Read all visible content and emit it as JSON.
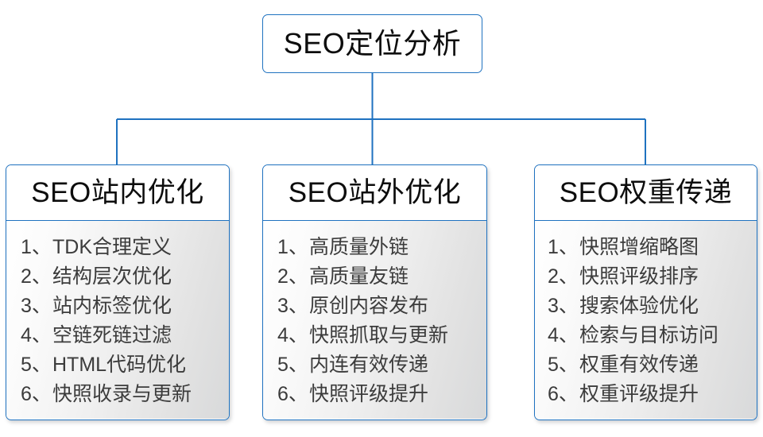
{
  "diagram": {
    "root": {
      "label": "SEO定位分析"
    },
    "branches": [
      {
        "title": "SEO站内优化",
        "items": [
          {
            "index": "1、",
            "text": "TDK合理定义"
          },
          {
            "index": "2、",
            "text": "结构层次优化"
          },
          {
            "index": "3、",
            "text": "站内标签优化"
          },
          {
            "index": "4、",
            "text": "空链死链过滤"
          },
          {
            "index": "5、",
            "text": "HTML代码优化"
          },
          {
            "index": "6、",
            "text": "快照收录与更新"
          }
        ]
      },
      {
        "title": "SEO站外优化",
        "items": [
          {
            "index": "1、",
            "text": "高质量外链"
          },
          {
            "index": "2、",
            "text": "高质量友链"
          },
          {
            "index": "3、",
            "text": "原创内容发布"
          },
          {
            "index": "4、",
            "text": "快照抓取与更新"
          },
          {
            "index": "5、",
            "text": "内连有效传递"
          },
          {
            "index": "6、",
            "text": "快照评级提升"
          }
        ]
      },
      {
        "title": "SEO权重传递",
        "items": [
          {
            "index": "1、",
            "text": "快照增缩略图"
          },
          {
            "index": "2、",
            "text": "快照评级排序"
          },
          {
            "index": "3、",
            "text": "搜索体验优化"
          },
          {
            "index": "4、",
            "text": "检索与目标访问"
          },
          {
            "index": "5、",
            "text": "权重有效传递"
          },
          {
            "index": "6、",
            "text": "权重评级提升"
          }
        ]
      }
    ],
    "colors": {
      "border": "#1f72c0",
      "connector": "#1f72c0",
      "title_text": "#0d0d0d",
      "item_text": "#3c3c3c",
      "header_bg": "#ffffff",
      "body_bg_light": "#ffffff",
      "body_bg_dark": "#d8d9da"
    }
  }
}
